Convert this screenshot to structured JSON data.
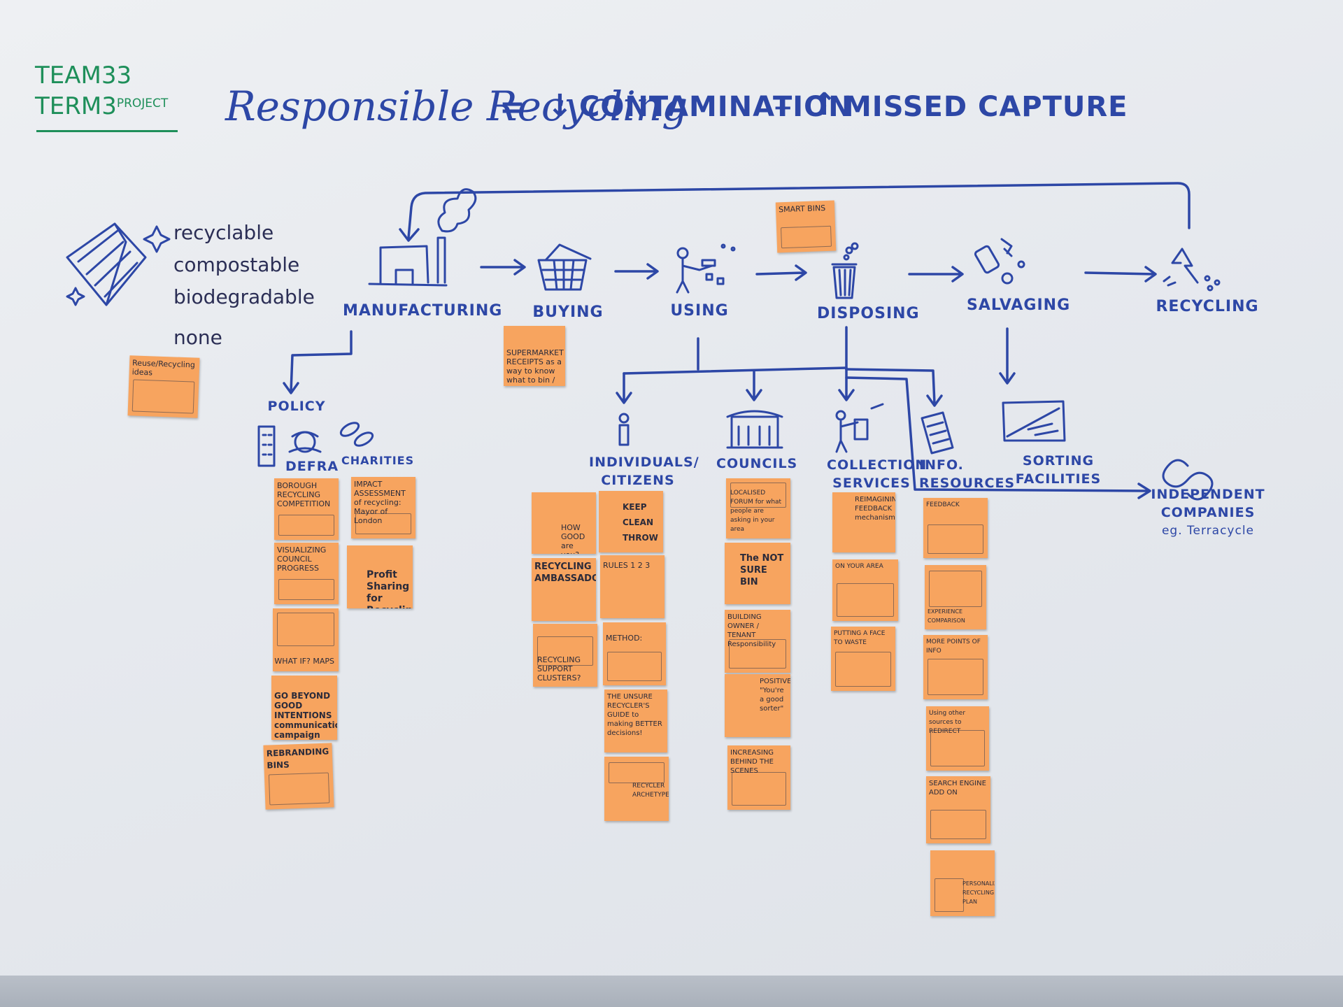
{
  "header": {
    "team_line1": "TEAM33",
    "team_line2": "TERM3",
    "team_project": "PROJECT",
    "title": "Responsible Recycling",
    "equals": "=",
    "contamination": "CONTAMINATION",
    "plus": "+",
    "missed_capture": "MISSED CAPTURE"
  },
  "materials": [
    "recyclable",
    "compostable",
    "biodegradable",
    "none"
  ],
  "stages": {
    "manufacturing": "MANUFACTURING",
    "buying": "BUYING",
    "using": "USING",
    "disposing": "DISPOSING",
    "salvaging": "SALVAGING",
    "recycling": "RECYCLING"
  },
  "branches": {
    "policy": "POLICY",
    "defra": "DEFRA",
    "charities": "CHARITIES",
    "individuals": "INDIVIDUALS/",
    "citizens": "CITIZENS",
    "councils": "COUNCILS",
    "collection": "COLLECTION",
    "services": "SERVICES",
    "info": "INFO.",
    "resources": "RESOURCES",
    "sorting": "SORTING",
    "facilities": "FACILITIES",
    "independent": "INDEPENDENT",
    "companies": "COMPANIES",
    "example": "eg. Terracycle"
  },
  "notes": {
    "smart_bins": "SMART BINS",
    "supermarket": "SUPERMARKET RECEIPTS as a way to know what to bin / check!",
    "policy1": "BOROUGH RECYCLING COMPETITION",
    "policy2": "IMPACT ASSESSMENT of recycling: Mayor of London",
    "policy3": "VISUALIZING COUNCIL PROGRESS",
    "policy4": "Profit Sharing for Recycling",
    "policy5": "WHAT IF? MAPS",
    "policy6": "GO BEYOND GOOD INTENTIONS communication campaign",
    "policy7": "REBRANDING BINS",
    "ind1": "HOW GOOD are you?",
    "ind2": "KEEP CLEAN THROW",
    "ind3": "RECYCLING AMBASSADORS",
    "ind4": "RULES 1 2 3",
    "ind5": "RECYCLING SUPPORT CLUSTERS?",
    "ind6": "METHOD:",
    "ind7": "THE UNSURE RECYCLER'S GUIDE to making BETTER decisions!",
    "ind8": "RECYCLER ARCHETYPES",
    "c1": "LOCALISED FORUM for what people are asking in your area",
    "c2": "The NOT SURE BIN",
    "c3": "BUILDING OWNER / TENANT Responsibility",
    "c4": "POSITIVE \"You're a good sorter\"",
    "c5": "INCREASING BEHIND THE SCENES",
    "s1": "REIMAGINING FEEDBACK mechanisms",
    "s2": "ON YOUR AREA",
    "s3": "PUTTING A FACE TO WASTE",
    "r1": "FEEDBACK",
    "r2": "EXPERIENCE COMPARISON",
    "r3": "MORE POINTS OF INFO",
    "r4": "Using other sources to REDIRECT",
    "r5": "SEARCH ENGINE ADD ON",
    "r6": "PERSONALIZED RECYCLING PLAN",
    "m1": "Reuse/Recycling ideas"
  },
  "colors": {
    "ink": "#2d47a6",
    "team_green": "#1e8f5a",
    "sticky": "#f7a45f"
  }
}
